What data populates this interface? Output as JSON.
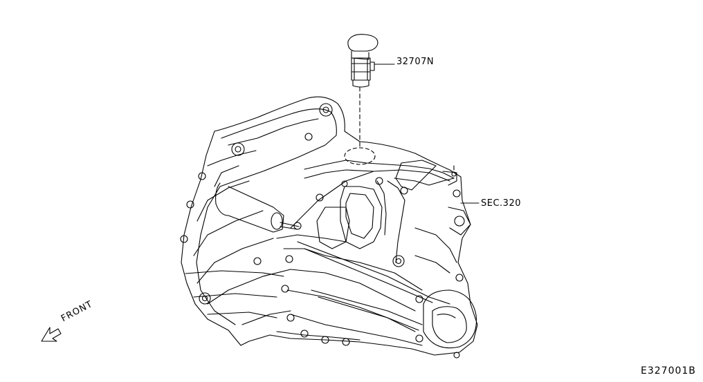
{
  "labels": {
    "part_number": "32707N",
    "section_ref": "SEC.320",
    "direction": "FRONT",
    "figure_code": "E327001B"
  },
  "colors": {
    "line": "#000000",
    "background": "#ffffff"
  },
  "icons": {
    "front_arrow": "front-arrow-icon"
  }
}
